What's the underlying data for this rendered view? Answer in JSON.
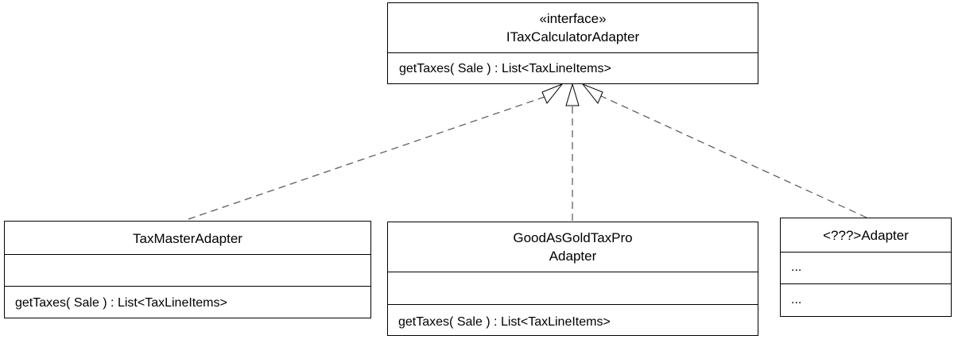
{
  "interface_box": {
    "stereotype": "«interface»",
    "name": "ITaxCalculatorAdapter",
    "operation": "getTaxes( Sale ) : List<TaxLineItems>"
  },
  "adapters": [
    {
      "name": "TaxMasterAdapter",
      "attributes": "",
      "operation": "getTaxes( Sale ) : List<TaxLineItems>"
    },
    {
      "name_line1": "GoodAsGoldTaxPro",
      "name_line2": "Adapter",
      "attributes": "",
      "operation": "getTaxes( Sale ) : List<TaxLineItems>"
    },
    {
      "name": "<???>Adapter",
      "attributes": "...",
      "operation": "..."
    }
  ],
  "relationship": "realization"
}
